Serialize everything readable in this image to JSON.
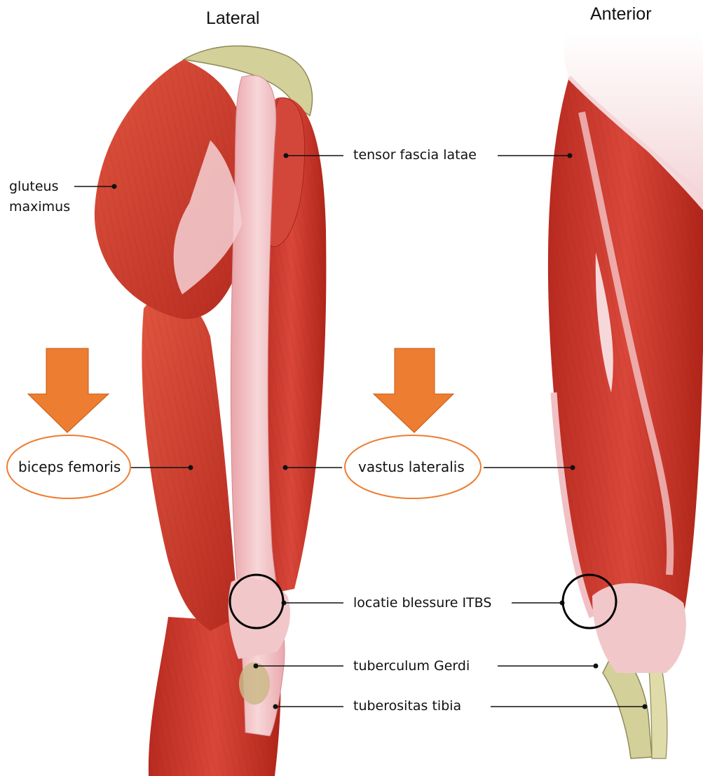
{
  "views": {
    "lateral": "Lateral",
    "anterior": "Anterior"
  },
  "labels": {
    "gluteus_line1": "gluteus",
    "gluteus_line2": "maximus",
    "tensor": "tensor fascia latae",
    "biceps": "biceps femoris",
    "vastus": "vastus lateralis",
    "itbs": "locatie blessure ITBS",
    "gerdi": "tuberculum Gerdi",
    "tibia": "tuberositas tibia"
  },
  "highlighted": [
    "biceps femoris",
    "vastus lateralis"
  ],
  "colors": {
    "highlight": "#ed7d31",
    "muscle": "#c9352a",
    "muscle_dark": "#9a2018",
    "fascia": "#f2c4c6",
    "bone": "#d4d09a",
    "leader_line": "#111111"
  },
  "icons": {
    "arrow": "orange-down-arrow-icon",
    "marker": "black-circle-marker"
  }
}
